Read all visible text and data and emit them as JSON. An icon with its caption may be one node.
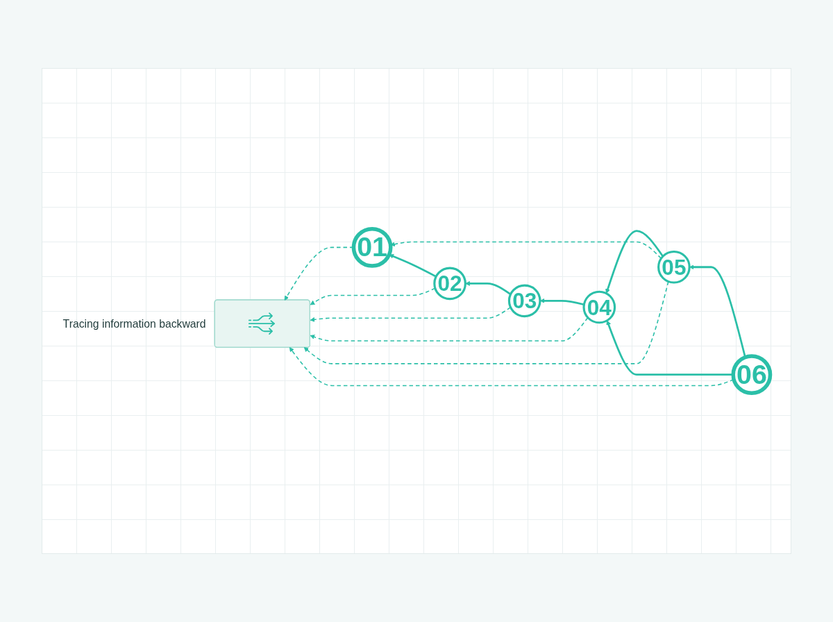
{
  "diagram": {
    "nodes": [
      {
        "text": [
          "01"
        ]
      },
      {
        "text": [
          "02"
        ]
      },
      {
        "text": [
          "03"
        ]
      },
      {
        "text": [
          "04"
        ]
      },
      {
        "text": [
          "05"
        ]
      },
      {
        "text": [
          "06"
        ]
      },
      {
        "text": [],
        "shape": "box",
        "beside": [
          "Tracing information backward"
        ]
      }
    ],
    "edges": [
      {
        "from": 5,
        "to": 4,
        "arrow": "to"
      },
      {
        "from": 5,
        "to": 3,
        "arrow": "to"
      },
      {
        "from": 4,
        "to": 3,
        "arrow": "to"
      },
      {
        "from": 3,
        "to": 2,
        "arrow": "to"
      },
      {
        "from": 2,
        "to": 1,
        "arrow": "to"
      },
      {
        "from": 1,
        "to": 0,
        "arrow": "to"
      },
      {
        "from": 4,
        "to": 0,
        "arrow": "to",
        "style": "dashed"
      },
      {
        "from": 0,
        "to": 6,
        "arrow": "to",
        "style": "dashed"
      },
      {
        "from": 1,
        "to": 6,
        "arrow": "to",
        "style": "dashed"
      },
      {
        "from": 2,
        "to": 6,
        "arrow": "to",
        "style": "dashed"
      },
      {
        "from": 3,
        "to": 6,
        "arrow": "to",
        "style": "dashed"
      },
      {
        "from": 4,
        "to": 6,
        "arrow": "to",
        "style": "dashed"
      },
      {
        "from": 5,
        "to": 6,
        "arrow": "to",
        "style": "dashed"
      }
    ]
  }
}
